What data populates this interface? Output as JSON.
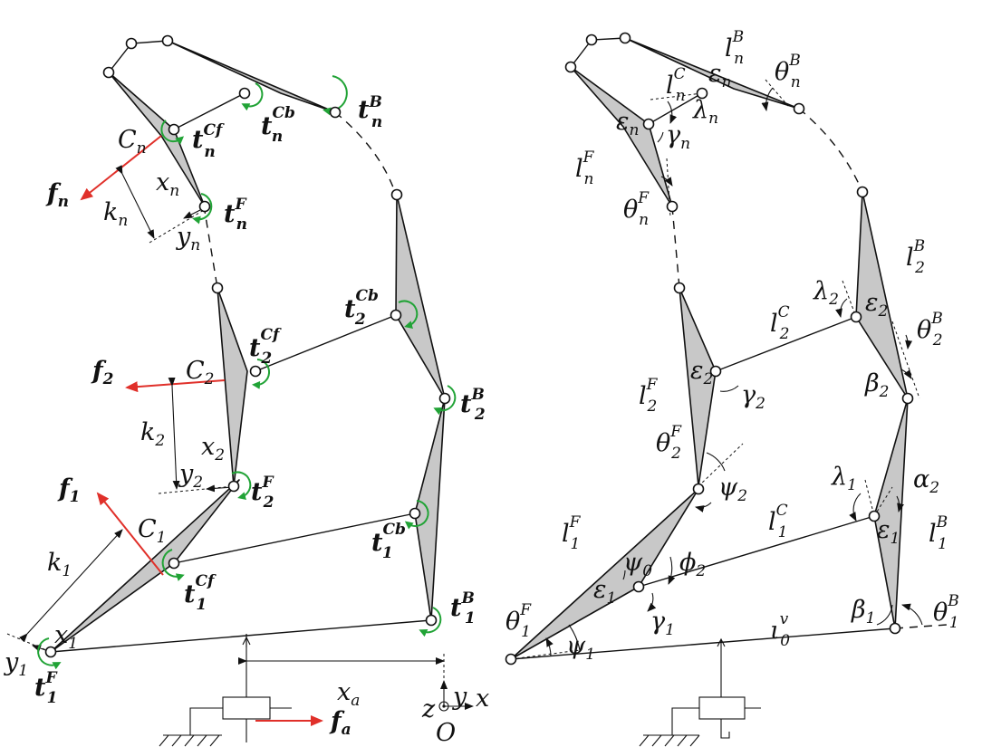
{
  "left": {
    "t_n_B": "t",
    "t_n_B_sup": "B",
    "t_n_B_sub": "n",
    "t_n_Cb": "t",
    "t_n_Cb_sup": "Cb",
    "t_n_Cb_sub": "n",
    "t_n_Cf": "t",
    "t_n_Cf_sup": "Cf",
    "t_n_Cf_sub": "n",
    "t_n_F": "t",
    "t_n_F_sup": "F",
    "t_n_F_sub": "n",
    "C_n": "C",
    "C_n_sub": "n",
    "f_n": "f",
    "f_n_sub": "n",
    "x_n": "x",
    "x_n_sub": "n",
    "y_n": "y",
    "y_n_sub": "n",
    "k_n": "k",
    "k_n_sub": "n",
    "t_2_Cb": "t",
    "t_2_Cb_sup": "Cb",
    "t_2_Cb_sub": "2",
    "t_2_Cf": "t",
    "t_2_Cf_sup": "Cf",
    "t_2_Cf_sub": "2",
    "t_2_B": "t",
    "t_2_B_sup": "B",
    "t_2_B_sub": "2",
    "t_2_F": "t",
    "t_2_F_sup": "F",
    "t_2_F_sub": "2",
    "C_2": "C",
    "C_2_sub": "2",
    "f_2": "f",
    "f_2_sub": "2",
    "k_2": "k",
    "k_2_sub": "2",
    "x_2": "x",
    "x_2_sub": "2",
    "y_2": "y",
    "y_2_sub": "2",
    "f_1": "f",
    "f_1_sub": "1",
    "C_1": "C",
    "C_1_sub": "1",
    "k_1": "k",
    "k_1_sub": "1",
    "x_1": "x",
    "x_1_sub": "1",
    "y_1": "y",
    "y_1_sub": "1",
    "t_1_Cb": "t",
    "t_1_Cb_sup": "Cb",
    "t_1_Cb_sub": "1",
    "t_1_Cf": "t",
    "t_1_Cf_sup": "Cf",
    "t_1_Cf_sub": "1",
    "t_1_B": "t",
    "t_1_B_sup": "B",
    "t_1_B_sub": "1",
    "t_1_F": "t",
    "t_1_F_sup": "F",
    "t_1_F_sub": "1",
    "x_a": "x",
    "x_a_sub": "a",
    "f_a": "f",
    "f_a_sub": "a",
    "axis_y": "y",
    "axis_x": "x",
    "axis_z": "z",
    "origin": "O"
  },
  "right": {
    "l_n_B": "l",
    "l_n_B_sup": "B",
    "l_n_B_sub": "n",
    "eps_n_top": "ε",
    "eps_n_top_sub": "n",
    "theta_n_B": "θ",
    "theta_n_B_sup": "B",
    "theta_n_B_sub": "n",
    "l_n_C": "l",
    "l_n_C_sup": "C",
    "l_n_C_sub": "n",
    "lambda_n": "λ",
    "lambda_n_sub": "n",
    "eps_n_left": "ε",
    "eps_n_left_sub": "n",
    "gamma_n": "γ",
    "gamma_n_sub": "n",
    "l_n_F": "l",
    "l_n_F_sup": "F",
    "l_n_F_sub": "n",
    "theta_n_F": "θ",
    "theta_n_F_sup": "F",
    "theta_n_F_sub": "n",
    "l_2_B": "l",
    "l_2_B_sup": "B",
    "l_2_B_sub": "2",
    "lambda_2": "λ",
    "lambda_2_sub": "2",
    "eps_2_right": "ε",
    "eps_2_right_sub": "2",
    "theta_2_B": "θ",
    "theta_2_B_sup": "B",
    "theta_2_B_sub": "2",
    "l_2_C": "l",
    "l_2_C_sup": "C",
    "l_2_C_sub": "2",
    "eps_2_left": "ε",
    "eps_2_left_sub": "2",
    "gamma_2": "γ",
    "gamma_2_sub": "2",
    "l_2_F": "l",
    "l_2_F_sup": "F",
    "l_2_F_sub": "2",
    "beta_2": "β",
    "beta_2_sub": "2",
    "theta_2_F": "θ",
    "theta_2_F_sup": "F",
    "theta_2_F_sub": "2",
    "psi_2": "ψ",
    "psi_2_sub": "2",
    "lambda_1": "λ",
    "lambda_1_sub": "1",
    "alpha_2": "α",
    "alpha_2_sub": "2",
    "l_1_C": "l",
    "l_1_C_sup": "C",
    "l_1_C_sub": "1",
    "eps_1_right": "ε",
    "eps_1_right_sub": "1",
    "l_1_B": "l",
    "l_1_B_sup": "B",
    "l_1_B_sub": "1",
    "l_1_F": "l",
    "l_1_F_sup": "F",
    "l_1_F_sub": "1",
    "psi_0": "ψ",
    "psi_0_sub": "0",
    "phi_2": "ϕ",
    "phi_2_sub": "2",
    "eps_1_left": "ε",
    "eps_1_left_sub": "1",
    "theta_1_F": "θ",
    "theta_1_F_sup": "F",
    "theta_1_F_sub": "1",
    "theta_1_B": "θ",
    "theta_1_B_sup": "B",
    "theta_1_B_sub": "1",
    "beta_1": "β",
    "beta_1_sub": "1",
    "gamma_1": "γ",
    "gamma_1_sub": "1",
    "iota_0": "ι",
    "iota_0_sup": "v",
    "iota_0_sub": "0",
    "psi_1": "ψ",
    "psi_1_sub": "1"
  },
  "colors": {
    "force": "#e0302a",
    "torque": "#21a336",
    "link": "#c8c8c8",
    "ink": "#111111"
  }
}
